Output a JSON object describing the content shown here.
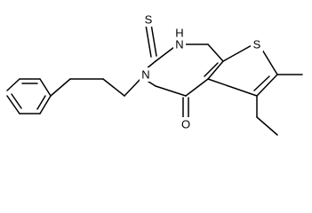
{
  "structure": {
    "atom_labels": {
      "thioxo_s": "S",
      "ring_nh": "H",
      "ring_n_of_nh": "N",
      "thiophene_s": "S",
      "ring_n3": "N",
      "carbonyl_o": "O"
    }
  }
}
